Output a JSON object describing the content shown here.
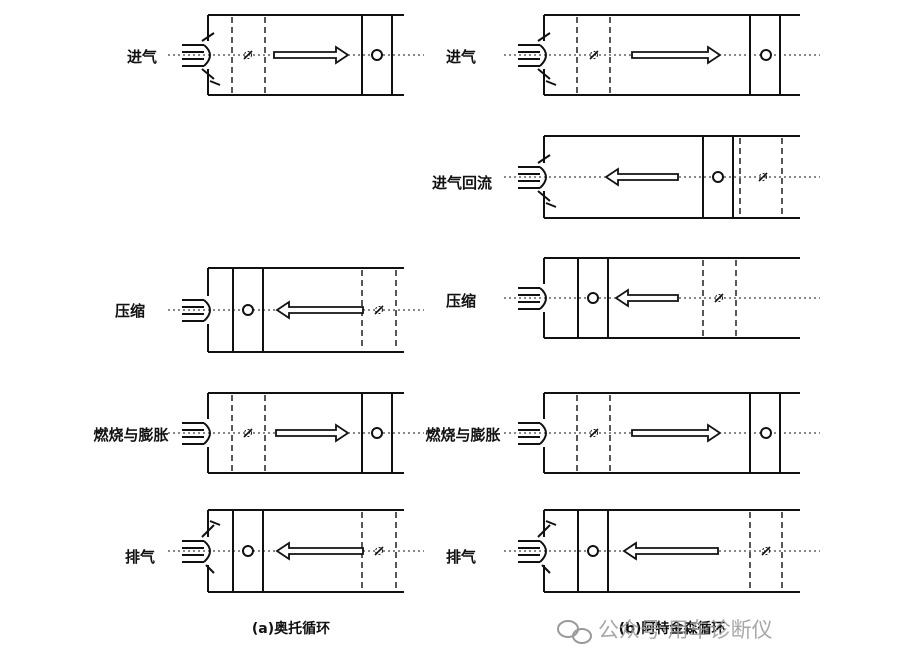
{
  "columns": [
    {
      "caption": "(a)奥托循环",
      "strokes": [
        {
          "label": "进气",
          "arrow": "right",
          "intake_open": true,
          "exhaust_open": false
        },
        {
          "label": "压缩",
          "arrow": "left",
          "intake_open": false,
          "exhaust_open": false
        },
        {
          "label": "燃烧与膨胀",
          "arrow": "right",
          "intake_open": false,
          "exhaust_open": false
        },
        {
          "label": "排气",
          "arrow": "left",
          "intake_open": false,
          "exhaust_open": true
        }
      ]
    },
    {
      "caption": "(b)阿特金森循环",
      "strokes": [
        {
          "label": "进气",
          "arrow": "right",
          "intake_open": true,
          "exhaust_open": false
        },
        {
          "label": "进气回流",
          "arrow": "left",
          "intake_open": true,
          "exhaust_open": false
        },
        {
          "label": "压缩",
          "arrow": "left",
          "intake_open": false,
          "exhaust_open": false
        },
        {
          "label": "燃烧与膨胀",
          "arrow": "right",
          "intake_open": false,
          "exhaust_open": false
        },
        {
          "label": "排气",
          "arrow": "left",
          "intake_open": false,
          "exhaust_open": true
        }
      ]
    }
  ],
  "watermark": "公众号·用车诊断仪",
  "colors": {
    "ink": "#111111",
    "watermark": "#9a9a9a"
  }
}
